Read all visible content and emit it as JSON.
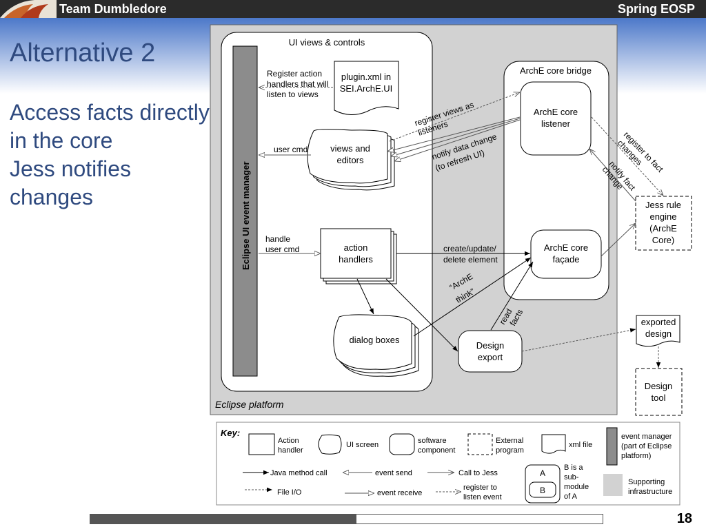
{
  "header": {
    "team": "Team Dumbledore",
    "course": "Spring EOSP"
  },
  "slide": {
    "title": "Alternative 2",
    "bullets": [
      "Access facts directly in the core",
      "Jess notifies changes"
    ]
  },
  "diagram": {
    "platform_label": "Eclipse platform",
    "ui_box_label": "UI views & controls",
    "event_manager_label": "Eclipse UI event manager",
    "plugin_xml_line1": "plugin.xml in",
    "plugin_xml_line2": "SEI.ArchE.UI",
    "register_handlers": [
      "Register action",
      "handlers that will",
      "listen to views"
    ],
    "user_cmd": "user cmd",
    "views_editors": [
      "views and",
      "editors"
    ],
    "handle_user_cmd": [
      "handle",
      "user cmd"
    ],
    "action_handlers": [
      "action",
      "handlers"
    ],
    "dialog_boxes": "dialog boxes",
    "design_export": [
      "Design",
      "export"
    ],
    "core_bridge_label": "ArchE core bridge",
    "core_listener": [
      "ArchE core",
      "listener"
    ],
    "core_facade": [
      "ArchE core",
      "façade"
    ],
    "register_views_listeners": [
      "register views as",
      "listeners"
    ],
    "notify_data_change": [
      "notify data change",
      "(to refresh UI)"
    ],
    "create_update_delete": [
      "create/update/",
      "delete element"
    ],
    "arche_think": [
      "“ArchE",
      "think”"
    ],
    "read_facts": [
      "read",
      "facts"
    ],
    "register_fact_changes": [
      "register to fact",
      "changes"
    ],
    "notify_fact_change": [
      "notify fact",
      "change"
    ],
    "jess_engine": [
      "Jess rule",
      "engine",
      "(ArchE",
      "Core)"
    ],
    "exported_design": [
      "exported",
      "design"
    ],
    "design_tool": [
      "Design",
      "tool"
    ]
  },
  "key": {
    "title": "Key:",
    "action_handler": [
      "Action",
      "handler"
    ],
    "ui_screen": "UI screen",
    "software_component": [
      "software",
      "component"
    ],
    "external_program": [
      "External",
      "program"
    ],
    "xml_file": "xml file",
    "event_manager": [
      "event manager",
      "(part of Eclipse",
      "platform)"
    ],
    "java_method_call": "Java method call",
    "event_send": "event send",
    "call_to_jess": "Call to Jess",
    "submodule_a": "A",
    "submodule_b": "B",
    "submodule_desc": [
      "B is a",
      "sub-",
      "module",
      "of A"
    ],
    "supporting_infra": [
      "Supporting",
      "infrastructure"
    ],
    "file_io": "File I/O",
    "event_receive": "event receive",
    "register_listen": [
      "register to",
      "listen event"
    ]
  },
  "footer": {
    "page": "18",
    "progress": 0.52
  },
  "colors": {
    "title": "#2f4a7f",
    "platform_bg": "#d2d2d2",
    "event_manager": "#8c8c8c"
  }
}
